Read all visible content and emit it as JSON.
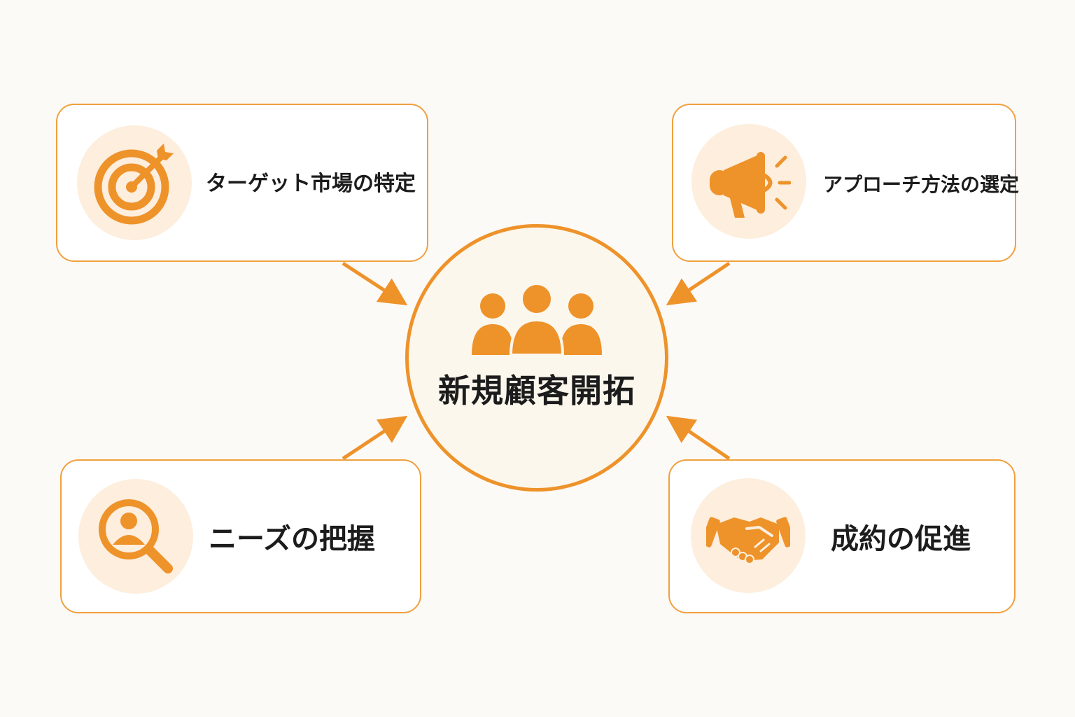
{
  "center": {
    "title": "新規顧客開拓",
    "icon": "people-group-icon"
  },
  "cards": [
    {
      "label": "ターゲット市場の特定",
      "icon": "target-icon"
    },
    {
      "label": "アプローチ方法の選定",
      "icon": "megaphone-icon"
    },
    {
      "label": "ニーズの把握",
      "icon": "search-person-icon"
    },
    {
      "label": "成約の促進",
      "icon": "handshake-icon"
    }
  ],
  "colors": {
    "accent": "#ee922a",
    "border": "#f0a03f",
    "icon_bg": "#fdeedd",
    "background": "#fcfaf6",
    "text": "#1c1c1c"
  }
}
